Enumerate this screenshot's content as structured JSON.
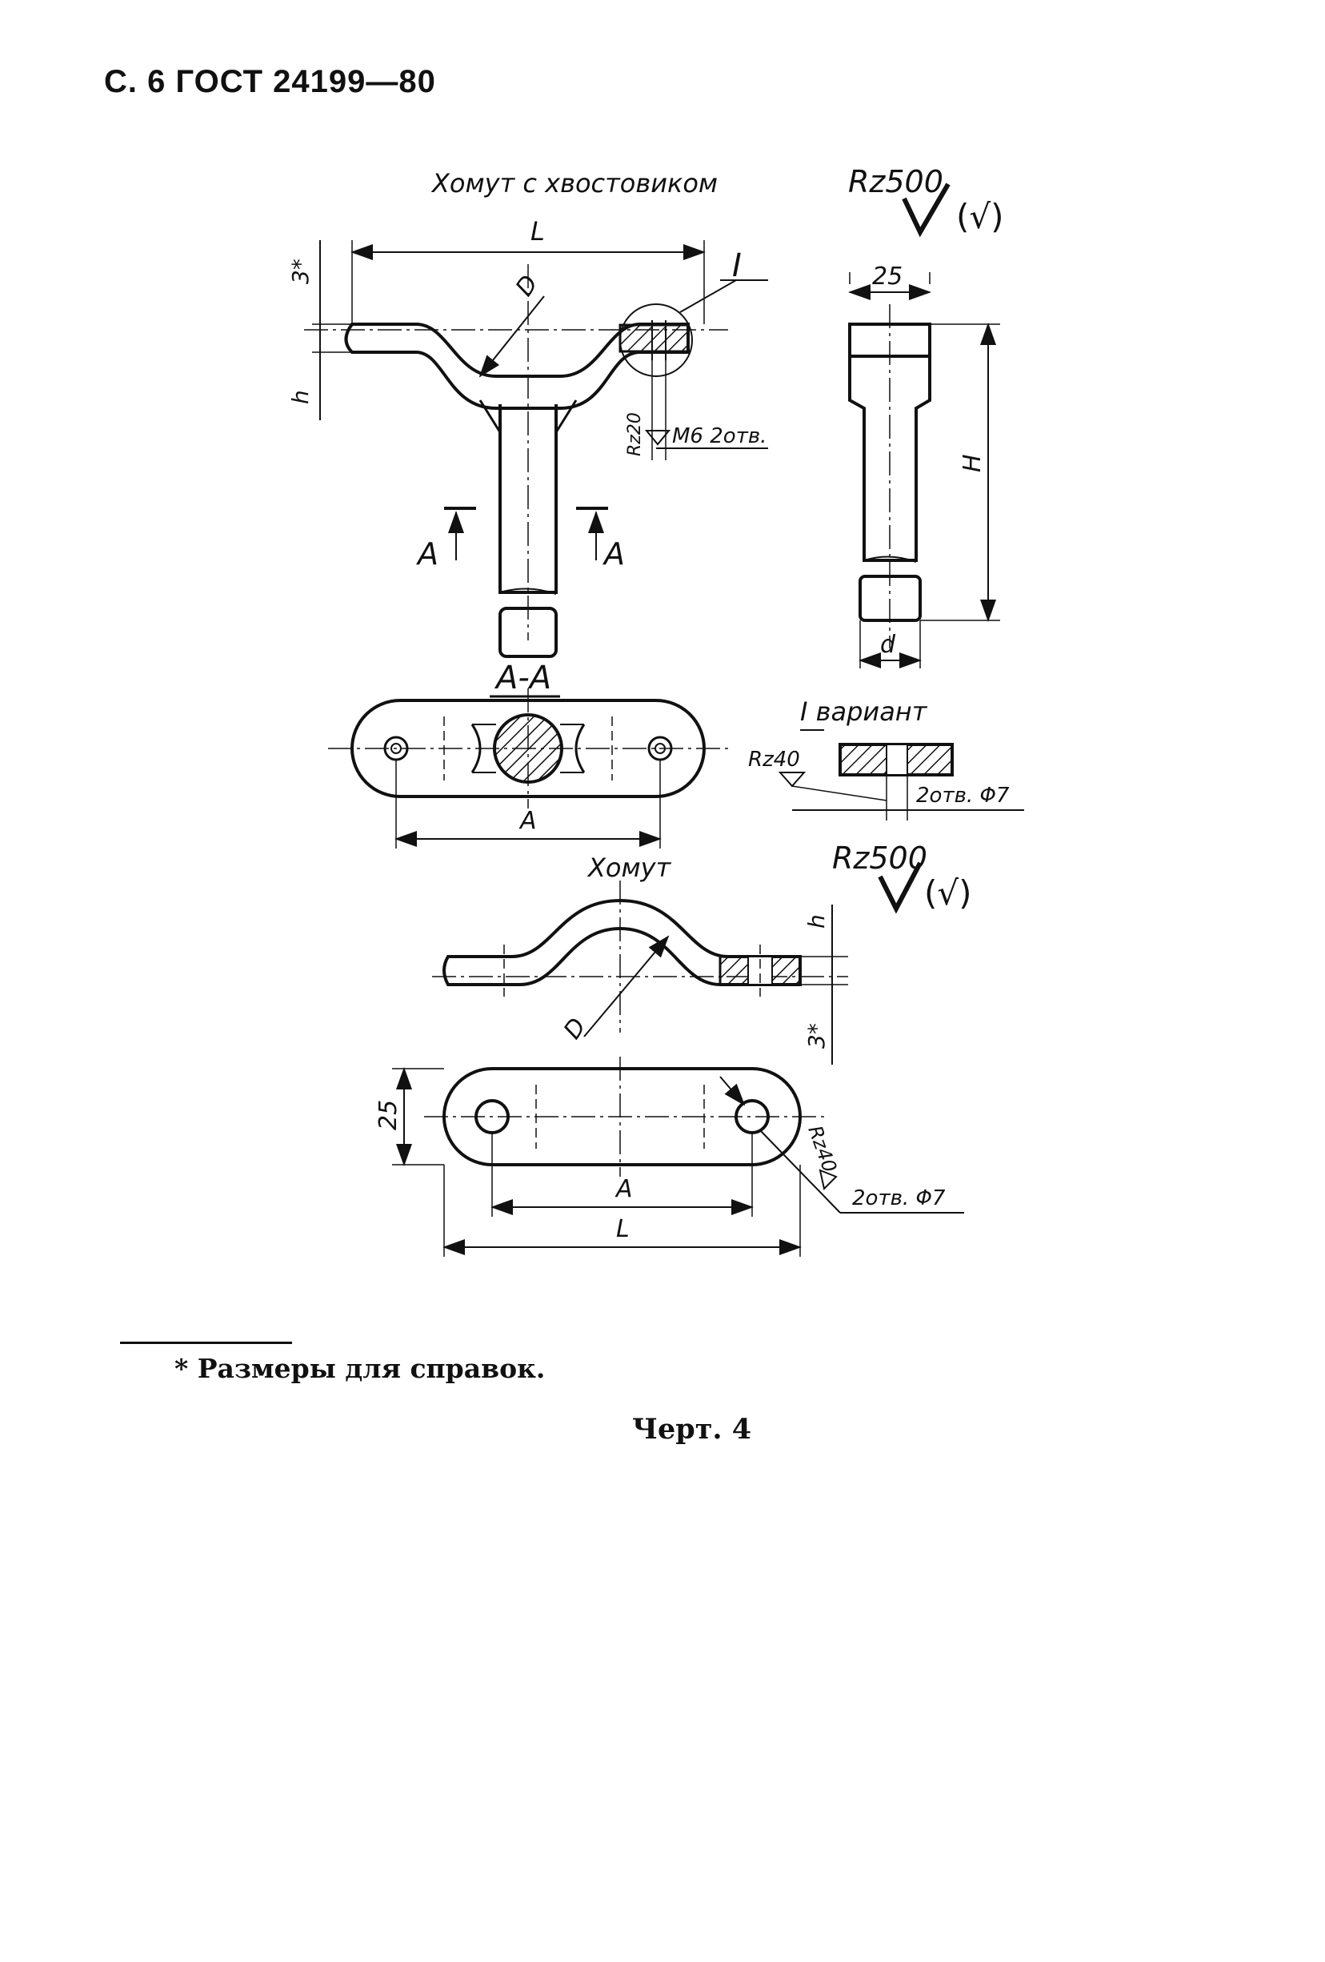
{
  "header": {
    "text": "С. 6 ГОСТ 24199—80"
  },
  "views": {
    "top_title": "Хомут с хвостовиком",
    "section_title": "А-А",
    "variant_title": "I вариант",
    "bottom_title": "Хомут",
    "callout_numeral": "I",
    "section_mark": "А"
  },
  "dimensions": {
    "L": "L",
    "D": "D",
    "h": "h",
    "three_star": "3*",
    "H": "H",
    "d": "d",
    "A": "A",
    "twenty_five": "25"
  },
  "roughness": {
    "rz500": "Rz500",
    "parens": "(√)",
    "rz20": "Rz20",
    "rz40": "Rz40"
  },
  "holes": {
    "m6": "M6 2отв.",
    "d7": "2отв. Φ7"
  },
  "footnote": "* Размеры для справок.",
  "caption": "Черт. 4"
}
